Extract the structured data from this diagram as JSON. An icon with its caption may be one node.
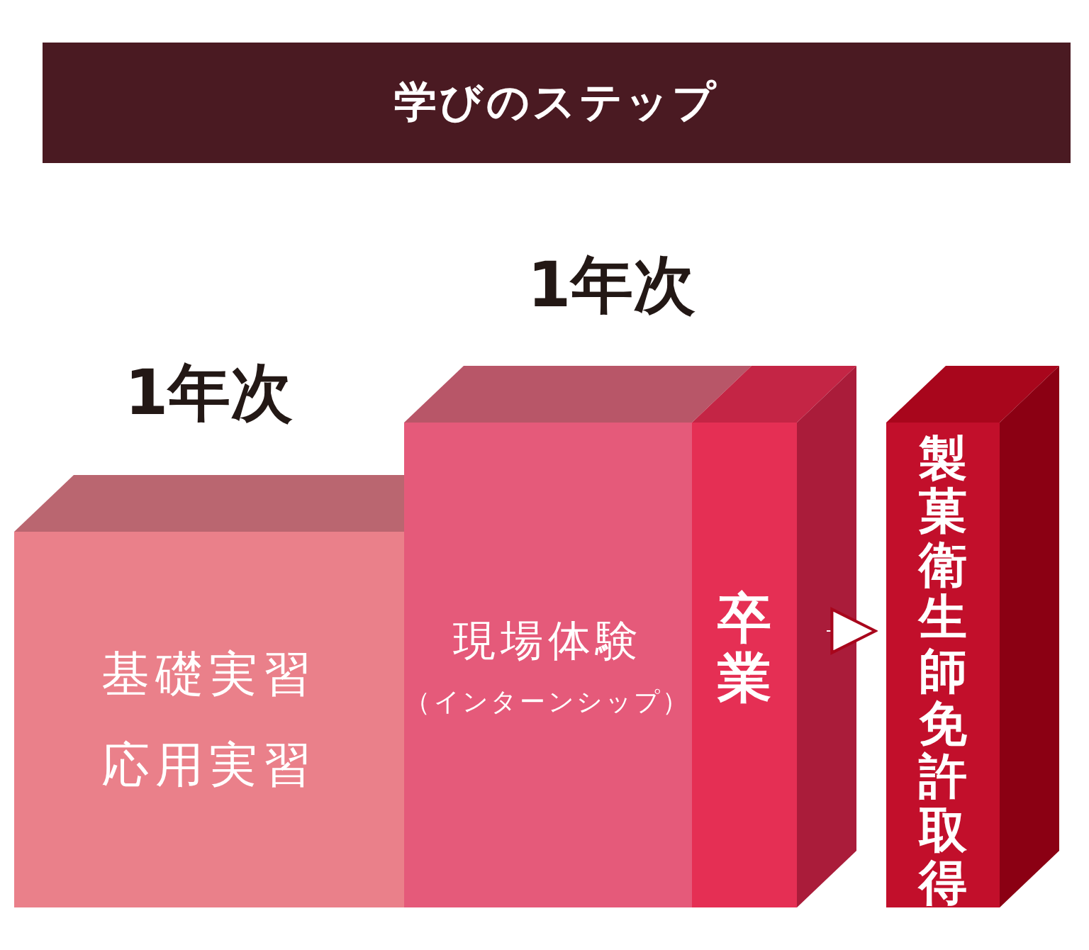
{
  "diagram": {
    "nodes": [
      {
        "text": [
          "学びのステップ"
        ]
      },
      {
        "text": [
          "基礎実習",
          "応用実習"
        ],
        "beside": [
          "1年次"
        ]
      },
      {
        "text": [
          "現場体験",
          "（インターンシップ）"
        ],
        "beside": [
          "1年次"
        ]
      },
      {
        "text": [
          "卒業"
        ]
      },
      {
        "text": [
          "製菓衛生師免許取得"
        ]
      }
    ],
    "edges": [
      {
        "from": 3,
        "to": 4,
        "arrow": "to"
      }
    ]
  }
}
